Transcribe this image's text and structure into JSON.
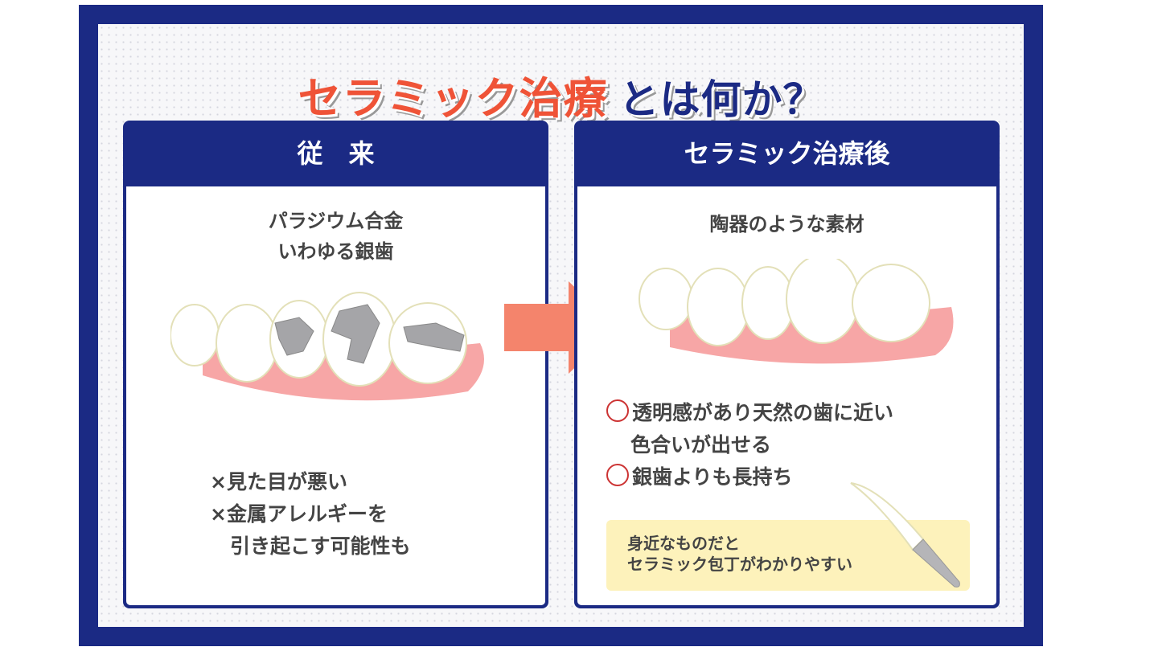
{
  "title": {
    "highlight": "セラミック治療",
    "rest": "とは何か？"
  },
  "left_panel": {
    "header": "従　来",
    "subtitle_lines": [
      "パラジウム合金",
      "いわゆる銀歯"
    ],
    "points": [
      "×見た目が悪い",
      "×金属アレルギーを",
      "　引き起こす可能性も"
    ]
  },
  "right_panel": {
    "header": "セラミック治療後",
    "subtitle": "陶器のような素材",
    "points": [
      {
        "line1": "透明感があり天然の歯に近い",
        "line2": "色合いが出せる"
      },
      {
        "line1": "銀歯よりも長持ち"
      }
    ],
    "note_lines": [
      "身近なものだと",
      "セラミック包丁がわかりやすい"
    ]
  },
  "colors": {
    "navy": "#1b2a84",
    "accent": "#ef5337",
    "arrow": "#f4846c",
    "gum": "#f7a6a6",
    "note": "#fdf2bb"
  }
}
